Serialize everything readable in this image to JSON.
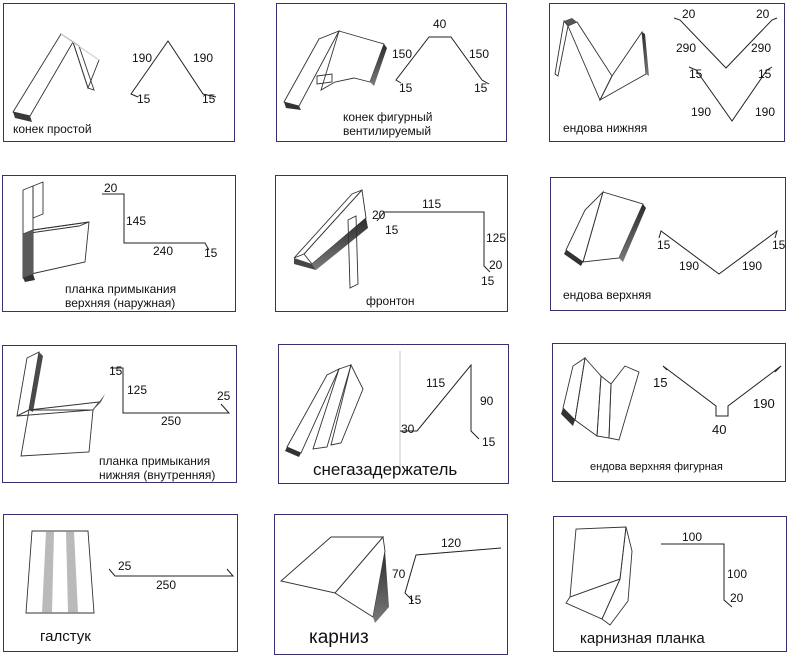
{
  "products": [
    {
      "name": "конек простой",
      "dims": [
        "190",
        "190",
        "15",
        "15"
      ]
    },
    {
      "name_lines": [
        "конек фигурный",
        "вентилируемый"
      ],
      "dims": [
        "40",
        "150",
        "150",
        "15",
        "15"
      ]
    },
    {
      "name": "ендова нижняя",
      "dims": [
        "20",
        "20",
        "290",
        "290",
        "15",
        "15",
        "190",
        "190"
      ]
    },
    {
      "name_lines": [
        "планка примыкания",
        "верхняя (наружная)"
      ],
      "dims": [
        "20",
        "145",
        "240",
        "15"
      ]
    },
    {
      "name": "фронтон",
      "dims": [
        "115",
        "20",
        "15",
        "125",
        "20",
        "15"
      ]
    },
    {
      "name": "ендова верхняя",
      "dims": [
        "15",
        "15",
        "190",
        "190"
      ]
    },
    {
      "name_lines": [
        "планка примыкания",
        "нижняя (внутренняя)"
      ],
      "dims": [
        "15",
        "125",
        "25",
        "250"
      ]
    },
    {
      "name": "снегазадержатель",
      "dims": [
        "115",
        "90",
        "30",
        "15"
      ]
    },
    {
      "name": "ендова верхняя фигурная",
      "dims": [
        "15",
        "190",
        "40"
      ]
    },
    {
      "name": "галстук",
      "dims": [
        "25",
        "250"
      ]
    },
    {
      "name": "карниз",
      "dims": [
        "120",
        "70",
        "15"
      ]
    },
    {
      "name": "карнизная планка",
      "dims": [
        "100",
        "100",
        "20"
      ]
    }
  ]
}
